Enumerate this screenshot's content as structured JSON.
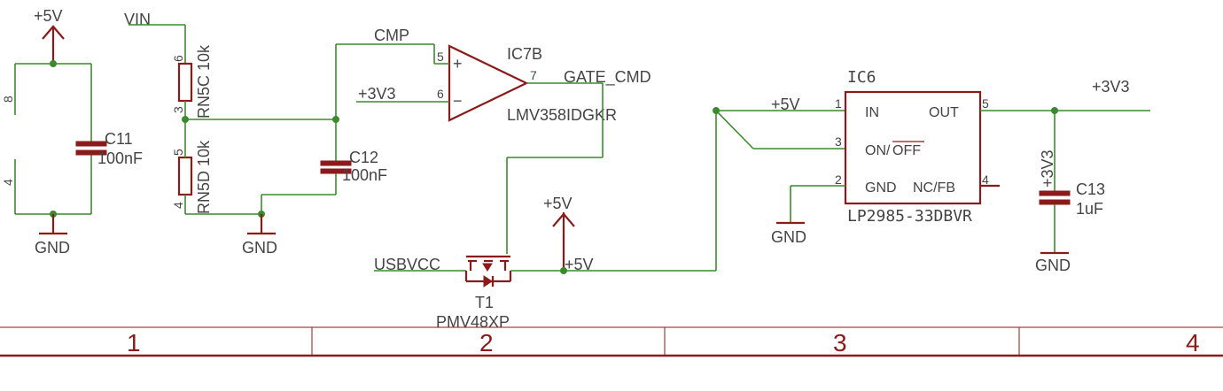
{
  "labels": {
    "c11_sup": "+5V",
    "vin": "VIN",
    "c11_gnd": "GND",
    "c11_name": "C11",
    "c11_val": "100nF",
    "rn5c": "RN5C 10k",
    "rn5d": "RN5D 10k",
    "div_gnd": "GND",
    "c12_name": "C12",
    "c12_val": "100nF",
    "cmp": "CMP",
    "p3v3_in": "+3V3",
    "ic7b_name": "IC7B",
    "ic7b_part": "LMV358IDGKR",
    "gate_cmd": "GATE_CMD",
    "usbvcc": "USBVCC",
    "t1_name": "T1",
    "t1_part": "PMV48XP",
    "t1_sup": "+5V",
    "net_5v_a": "+5V",
    "net_5v_b": "+5V",
    "ic6_name": "IC6",
    "ic6_part": "LP2985-33DBVR",
    "ic6_in": "IN",
    "ic6_out": "OUT",
    "ic6_on": "ON/",
    "ic6_off": "OFF",
    "ic6_gnd": "GND",
    "ic6_ncfb": "NC/FB",
    "ic6_gnd_sym": "GND",
    "out_3v3": "+3V3",
    "c13_3v3": "+3V3",
    "c13_name": "C13",
    "c13_val": "1uF",
    "c13_gnd": "GND"
  },
  "pins": {
    "c11_top": "8",
    "c11_bot": "4",
    "r_6": "6",
    "r_3": "3",
    "r_5": "5",
    "r_4": "4",
    "op_5": "5",
    "op_6": "6",
    "op_7": "7",
    "ic6_1": "1",
    "ic6_3": "3",
    "ic6_2": "2",
    "ic6_5": "5",
    "ic6_4": "4",
    "op_plus": "+",
    "op_minus": "−"
  },
  "frame": {
    "zones": [
      "1",
      "2",
      "3",
      "4"
    ]
  },
  "colors": {
    "wire": "#3c8a2e",
    "part": "#8b1a1a",
    "text": "#444444"
  }
}
